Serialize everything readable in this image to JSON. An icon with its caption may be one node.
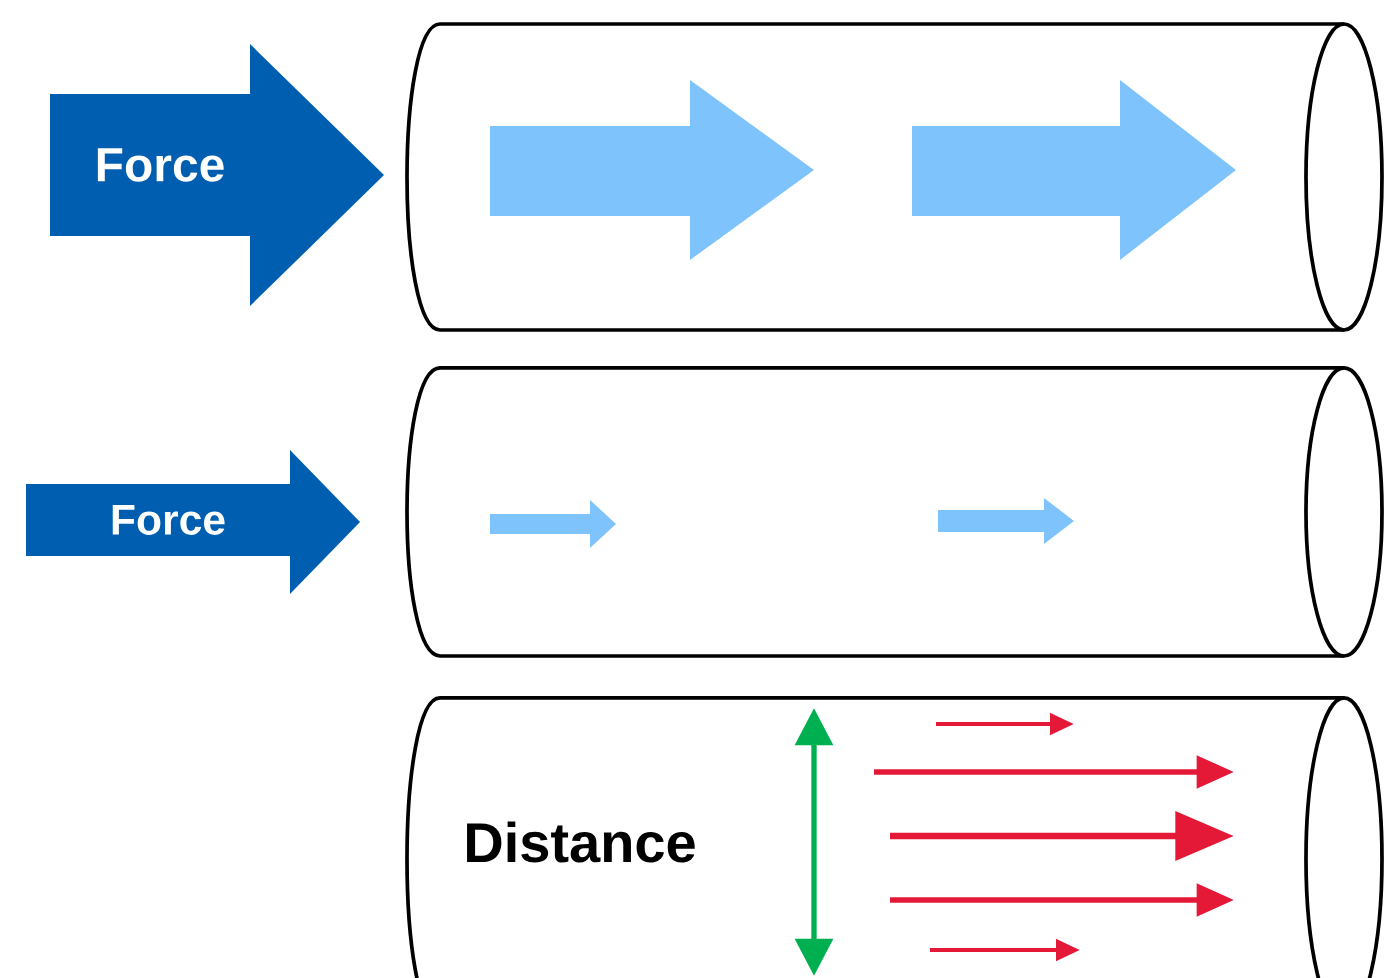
{
  "diagram": {
    "nodes": [
      {
        "text": [
          "Force"
        ]
      },
      {
        "text": [],
        "shape": "cylinder"
      },
      {
        "text": [
          "Force"
        ]
      },
      {
        "text": [],
        "shape": "cylinder"
      },
      {
        "text": [
          "Distance"
        ]
      }
    ]
  }
}
